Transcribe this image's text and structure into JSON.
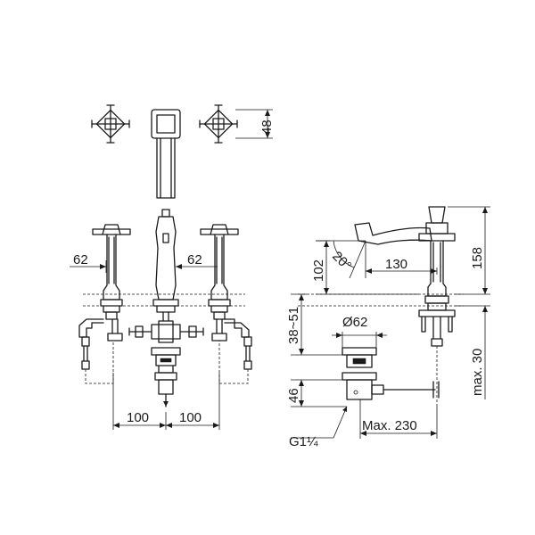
{
  "dimensions": {
    "handle_height": "48",
    "left_offset": "62",
    "right_offset": "62",
    "spacing_left": "100",
    "spacing_right": "100",
    "spout_angle": "20°",
    "spout_height": "102",
    "spout_reach": "130",
    "total_height": "158",
    "deck_thickness": "38~51",
    "drain_diameter": "Ø62",
    "drain_height": "46",
    "max_thickness": "max. 30",
    "max_length": "Max. 230",
    "thread": "G1¼"
  }
}
